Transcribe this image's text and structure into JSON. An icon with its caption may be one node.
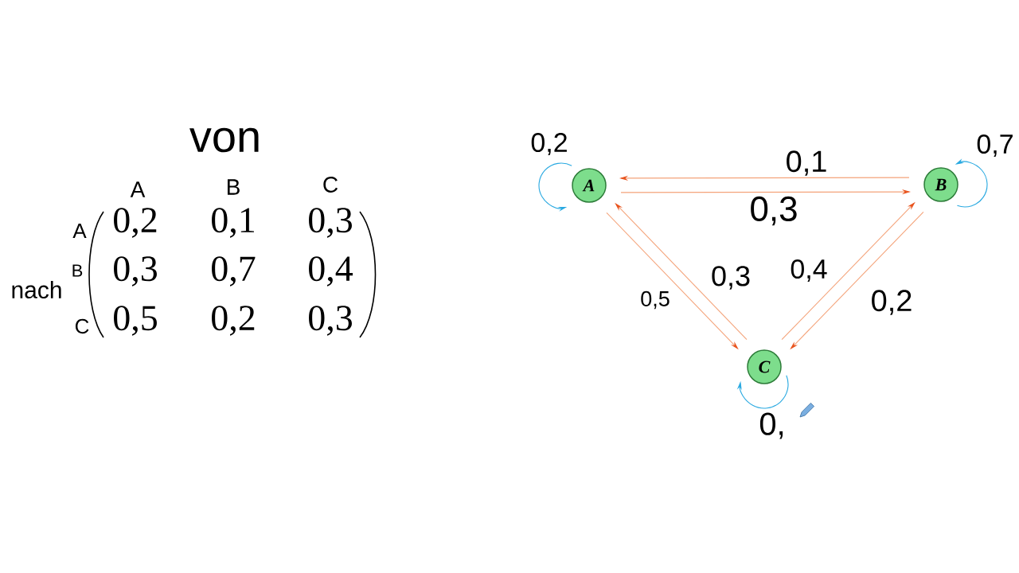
{
  "diagram": {
    "nodes": [
      {
        "text": [
          "A"
        ]
      },
      {
        "text": [
          "B"
        ]
      },
      {
        "text": [
          "C"
        ]
      }
    ],
    "edges": [
      {
        "from": 0,
        "to": 0,
        "arrow": "to",
        "label": "0,2",
        "color": "#29a9e1"
      },
      {
        "from": 1,
        "to": 0,
        "arrow": "to",
        "label": "0,1"
      },
      {
        "from": 1,
        "to": 1,
        "arrow": "to",
        "label": "0,7",
        "color": "#29a9e1"
      },
      {
        "from": 0,
        "to": 1,
        "arrow": "to",
        "label": "0,3"
      },
      {
        "from": 0,
        "to": 2,
        "arrow": "to",
        "label": "0,5"
      },
      {
        "from": 2,
        "to": 0,
        "arrow": "to",
        "label": "0,3"
      },
      {
        "from": 2,
        "to": 1,
        "arrow": "to",
        "label": "0,4"
      },
      {
        "from": 1,
        "to": 2,
        "arrow": "to",
        "label": "0,2"
      },
      {
        "from": 2,
        "to": 2,
        "arrow": "to",
        "label": "0,",
        "color": "#29a9e1"
      }
    ],
    "labels": [
      "von",
      "A",
      "B",
      "C",
      "A",
      "0,2",
      "0,1",
      "0,3",
      "nach",
      "B",
      "0,3",
      "0,7",
      "0,4",
      "C",
      "0,5",
      "0,2",
      "0,3"
    ]
  }
}
